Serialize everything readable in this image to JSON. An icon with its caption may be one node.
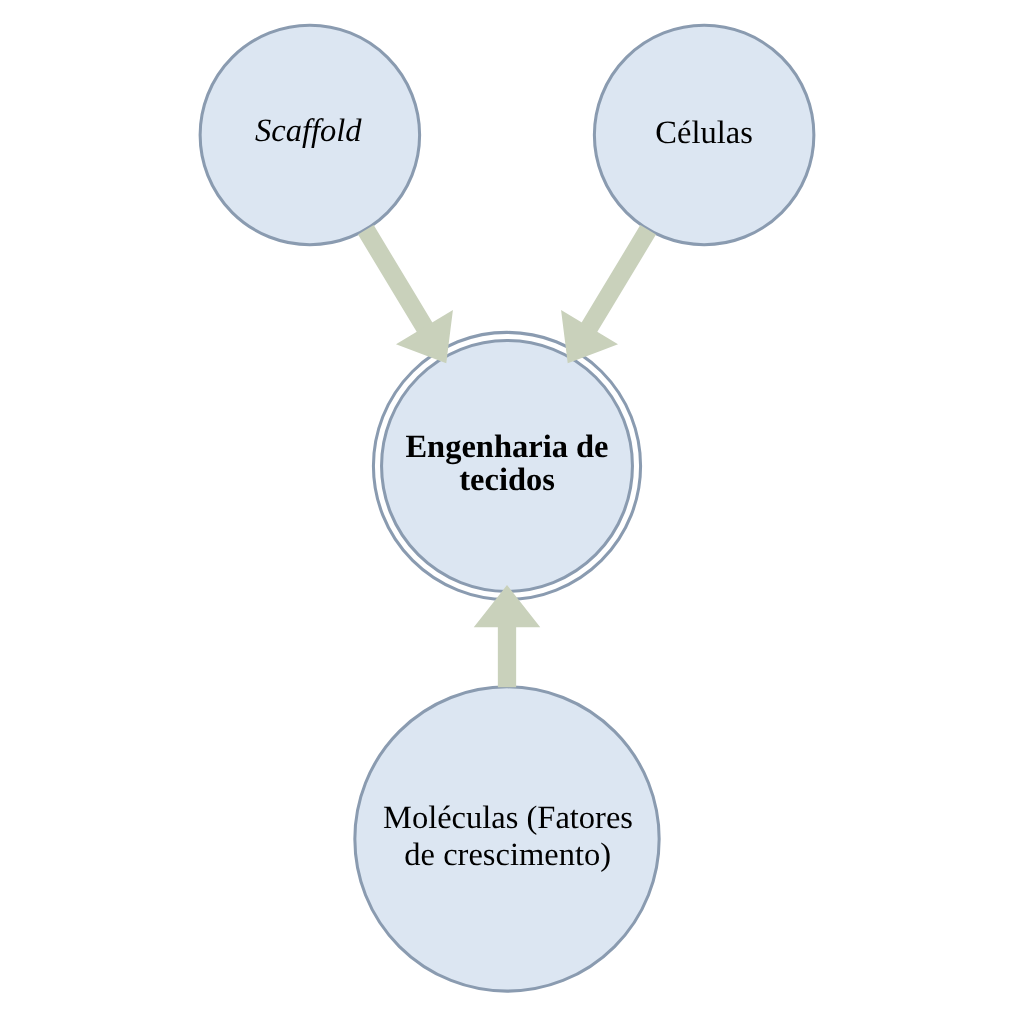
{
  "diagram": {
    "nodes": [
      {
        "text": [
          "Scaffold"
        ]
      },
      {
        "text": [
          "Células"
        ]
      },
      {
        "text": [
          "Engenharia de tecidos"
        ]
      },
      {
        "text": [
          "Moléculas (Fatores de crescimento)"
        ]
      }
    ],
    "edges": [
      {
        "from": 0,
        "to": 2,
        "arrow": "to"
      },
      {
        "from": 1,
        "to": 2,
        "arrow": "to"
      },
      {
        "from": 3,
        "to": 2,
        "arrow": "to"
      }
    ]
  }
}
